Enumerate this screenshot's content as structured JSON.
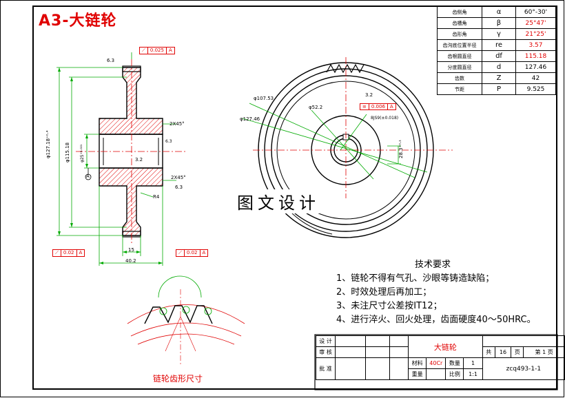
{
  "drawing_title": "A3-大链轮",
  "watermark": "图文设计",
  "params": [
    {
      "name": "齿侧角",
      "symbol": "α",
      "value": "60°-30'"
    },
    {
      "name": "齿槽角",
      "symbol": "β",
      "value": "25°47'"
    },
    {
      "name": "齿形角",
      "symbol": "γ",
      "value": "21°25'"
    },
    {
      "name": "齿沟底位置半径",
      "symbol": "re",
      "value": "3.57"
    },
    {
      "name": "齿根圆直径",
      "symbol": "df",
      "value": "115.18"
    },
    {
      "name": "分度圆直径",
      "symbol": "d",
      "value": "127.46"
    },
    {
      "name": "齿数",
      "symbol": "Z",
      "value": "42"
    },
    {
      "name": "节距",
      "symbol": "P",
      "value": "9.525"
    }
  ],
  "section_view": {
    "gdt_top": "0.025",
    "gdt_bottom_left": "0.02",
    "gdt_bottom_right": "0.02",
    "datum": "A",
    "od_dim": "φ127.18⁺⁰·⁴",
    "root_dim": "φ115.18",
    "bore_dim": "φ25⁺⁰·⁰²¹",
    "hub_len": "15",
    "total_len": "40.2",
    "chamfer1": "2X45°",
    "chamfer2": "2X45°",
    "rough1": "6.3",
    "rough2": "3.2",
    "rough3": "6.3",
    "rough4": "6.3",
    "radius": "R4"
  },
  "front_view": {
    "dia1": "φ107.53",
    "dia2": "φ127.46",
    "dia3": "φ52.2",
    "keyway_note": "8JS9(±0.018)",
    "gdt": "0.006",
    "datum": "A",
    "key_depth": "28.3⁺⁰·¹",
    "rough": "3.2"
  },
  "tooth_profile_caption": "链轮齿形尺寸",
  "tech_requirements": {
    "title": "技术要求",
    "items": [
      "1、链轮不得有气孔、沙眼等铸造缺陷；",
      "2、时效处理后再加工；",
      "3、未注尺寸公差按IT12；",
      "4、进行淬火、回火处理，齿面硬度40～50HRC。"
    ]
  },
  "title_block": {
    "design": "设 计",
    "check": "审 核",
    "approve": "批 准",
    "part_name": "大链轮",
    "total_label": "共",
    "total_pages": "16",
    "pages_unit": "页",
    "sheet_label": "第",
    "sheet_no": "1",
    "sheet_unit": "页",
    "material_label": "材料",
    "material": "40Cr",
    "qty_label": "数量",
    "qty": "1",
    "drawing_no": "zcq493-1-1",
    "weight_label": "重量",
    "scale_label": "比例",
    "scale": "1:1"
  },
  "colors": {
    "line": "#000000",
    "dim": "#00aa00",
    "hatch": "#e00000",
    "center": "#e00000"
  }
}
